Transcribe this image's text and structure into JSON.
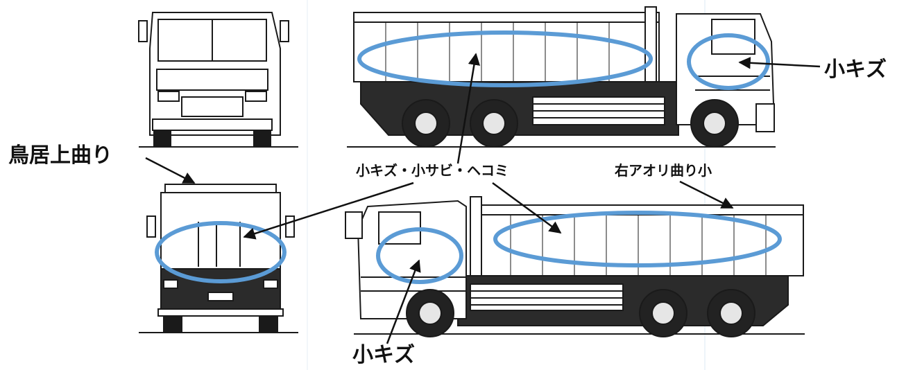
{
  "labels": {
    "torii_bend": "鳥居上曲り",
    "cab_scratch_top": "小キズ",
    "body_damage": "小キズ・小サビ・ヘコミ",
    "right_gate_bend": "右アオリ曲り小",
    "cab_scratch_bottom": "小キズ"
  },
  "colors": {
    "highlight": "#5b9bd5",
    "line": "#1a1a1a",
    "dark": "#2b2b2b",
    "wheel": "#222222",
    "hub": "#e6e6e6",
    "fill": "#ffffff"
  }
}
